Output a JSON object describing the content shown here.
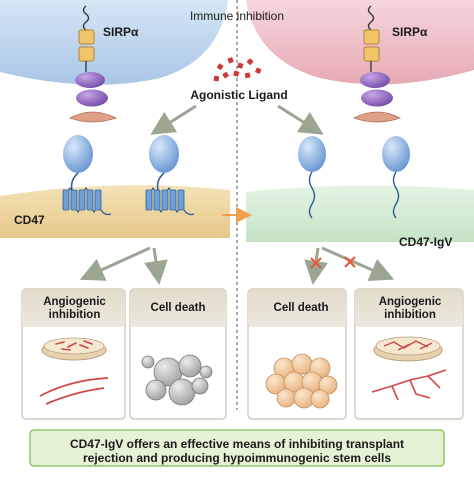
{
  "title": "Immune inhibition",
  "receptor_left": "SIRPα",
  "receptor_right": "SIRPα",
  "ligand": "Agonistic Ligand",
  "cell_left": "CD47",
  "cell_right": "CD47-IgV",
  "outcomes": {
    "left_angiogenic": "Angiogenic inhibition",
    "left_death": "Cell death",
    "right_death": "Cell death",
    "right_angiogenic": "Angiogenic inhibition"
  },
  "conclusion_line1": "CD47-IgV offers an effective means of inhibiting transplant",
  "conclusion_line2": "rejection and producing hypoimmunogenic stem cells",
  "colors": {
    "left_cell": "#c3d8ef",
    "right_cell": "#f0c4cc",
    "left_membrane": "#ecd6a4",
    "right_membrane": "#d6ecd6",
    "arrow": "#9aa592",
    "orange_arrow": "#f0a050",
    "block_cross": "#e05a3a",
    "ligand_dots": "#c83a3a",
    "banner_fill": "#e4f2d6",
    "banner_stroke": "#8fc46a"
  }
}
